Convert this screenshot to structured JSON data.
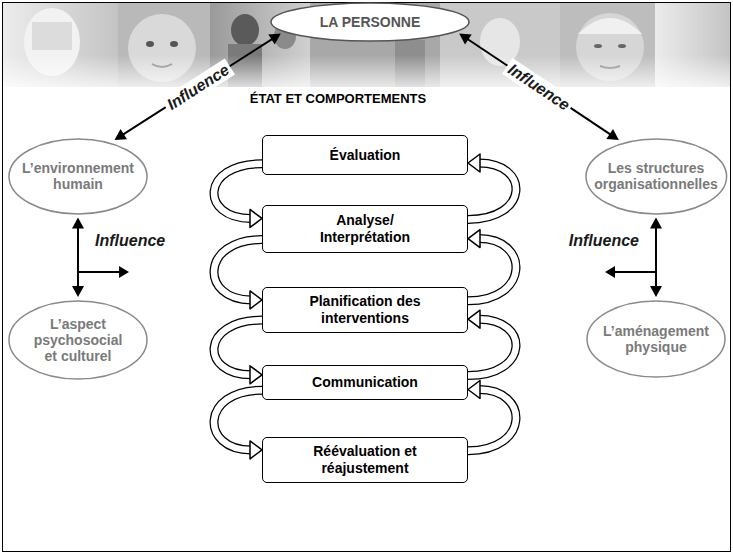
{
  "diagram": {
    "nodes": [
      {
        "text": [
          "LA PERSONNE"
        ]
      },
      {
        "text": [
          "L’environnement humain"
        ]
      },
      {
        "text": [
          "Les structures organisationnelles"
        ]
      },
      {
        "text": [
          "L’aspect psychosocial et culturel"
        ]
      },
      {
        "text": [
          "L’aménagement physique"
        ]
      },
      {
        "text": [
          "Évaluation"
        ]
      },
      {
        "text": [
          "Analyse/ Interprétation"
        ]
      },
      {
        "text": [
          "Planification des interventions"
        ]
      },
      {
        "text": [
          "Communication"
        ]
      },
      {
        "text": [
          "Réévaluation et réajustement"
        ]
      }
    ],
    "edges": [
      {
        "from": 0,
        "to": 1,
        "arrow": "both",
        "label": "Influence"
      },
      {
        "from": 0,
        "to": 2,
        "arrow": "both",
        "label": "Influence"
      },
      {
        "from": 1,
        "to": 3,
        "arrow": "both",
        "label": "Influence"
      },
      {
        "from": 2,
        "to": 4,
        "arrow": "both",
        "label": "Influence"
      },
      {
        "from": 5,
        "to": 6,
        "arrow": "to"
      },
      {
        "from": 6,
        "to": 7,
        "arrow": "to"
      },
      {
        "from": 7,
        "to": 8,
        "arrow": "to"
      },
      {
        "from": 8,
        "to": 9,
        "arrow": "to"
      },
      {
        "from": 6,
        "to": 5,
        "arrow": "to"
      },
      {
        "from": 7,
        "to": 6,
        "arrow": "to"
      },
      {
        "from": 8,
        "to": 7,
        "arrow": "to"
      },
      {
        "from": 9,
        "to": 8,
        "arrow": "to"
      }
    ],
    "labels": [
      "ÉTAT ET COMPORTEMENTS"
    ]
  }
}
